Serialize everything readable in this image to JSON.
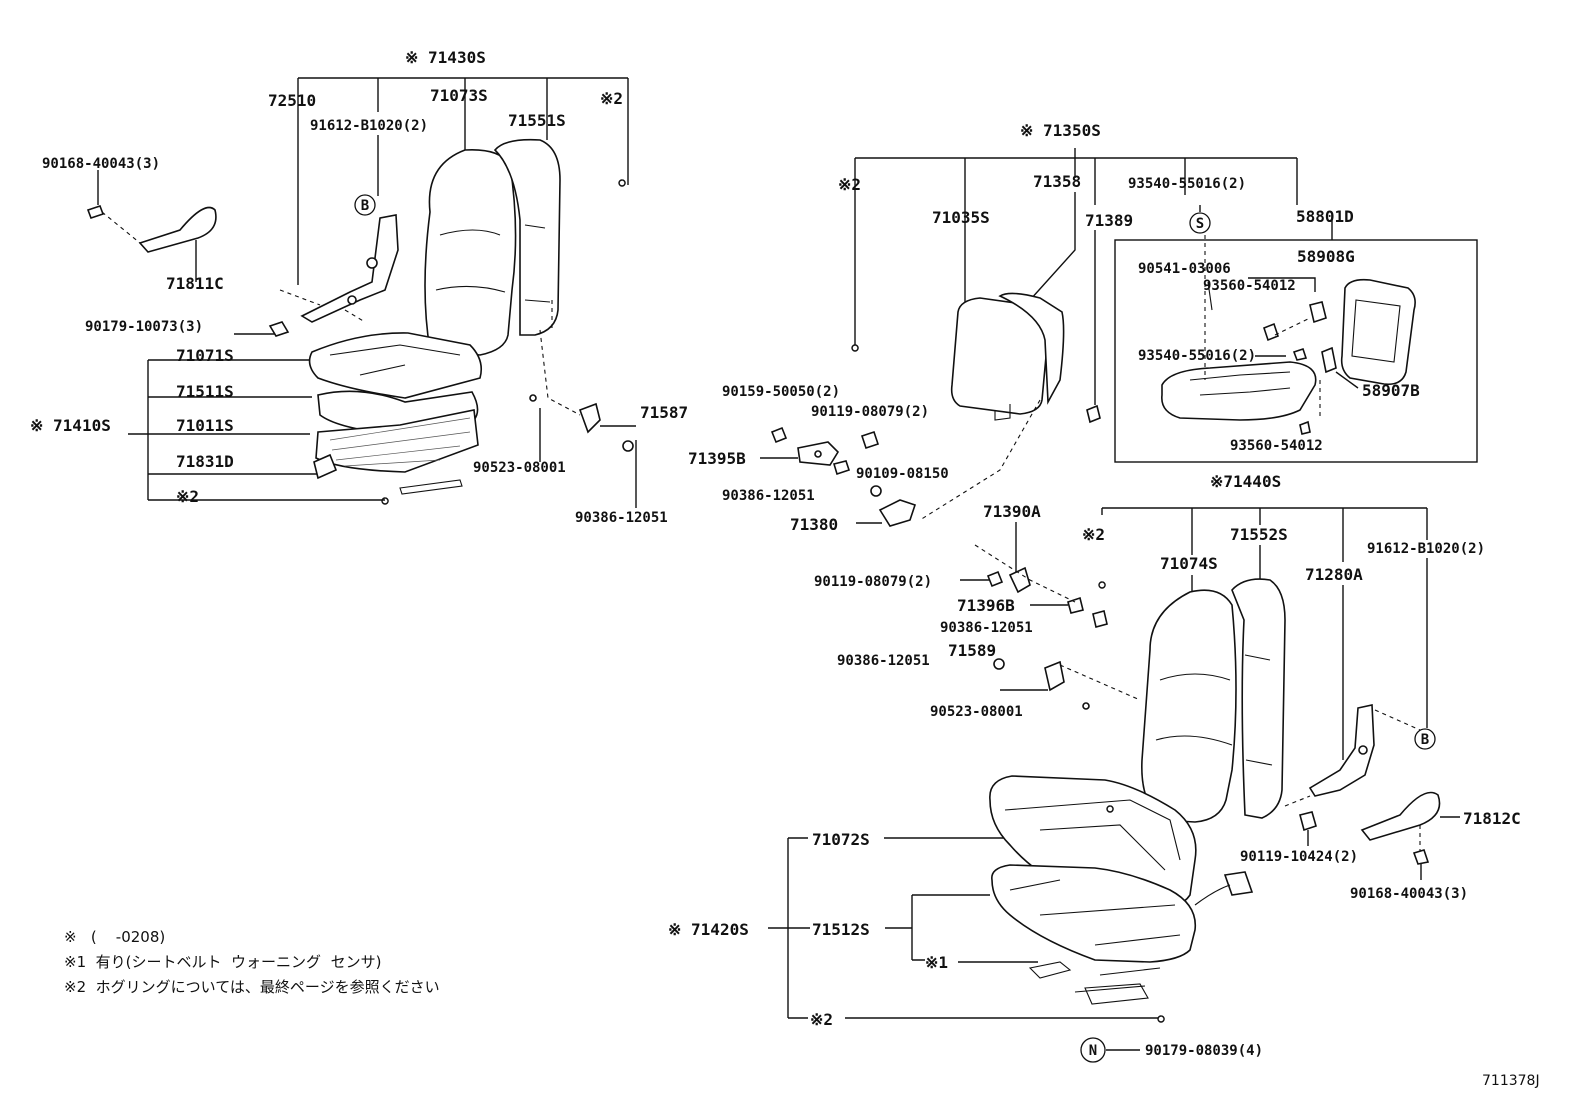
{
  "labels": {
    "a71430s": "※ 71430S",
    "a72510": "72510",
    "a71073s": "71073S",
    "a71551s": "71551S",
    "a91612l": "91612-B1020(2)",
    "a_ref2_tl": "※2",
    "a90168l": "90168-40043(3)",
    "a71811c": "71811C",
    "a90179_10073": "90179-10073(3)",
    "a71071s": "71071S",
    "a71511s": "71511S",
    "a71410s": "※ 71410S",
    "a71011s": "71011S",
    "a71831d": "71831D",
    "a_ref2_bl": "※2",
    "a71587": "71587",
    "a90523_l": "90523-08001",
    "a90386_l": "90386-12051",
    "a71350s": "※ 71350S",
    "a_ref2_m": "※2",
    "a71358": "71358",
    "a71035s": "71035S",
    "a71389": "71389",
    "a93540_top": "93540-55016(2)",
    "a58801d": "58801D",
    "a90541": "90541-03006",
    "a58908g": "58908G",
    "a93560_a": "93560-54012",
    "a93540_b": "93540-55016(2)",
    "a58907b": "58907B",
    "a93560_b": "93560-54012",
    "a90159": "90159-50050(2)",
    "a90119_a": "90119-08079(2)",
    "a71395b": "71395B",
    "a90109": "90109-08150",
    "a90386_m1": "90386-12051",
    "a71380": "71380",
    "a71390a": "71390A",
    "a90119_b": "90119-08079(2)",
    "a71396b": "71396B",
    "a90386_m2": "90386-12051",
    "a90386_m3": "90386-12051",
    "a71589": "71589",
    "a90523_m": "90523-08001",
    "a71440s": "※71440S",
    "a_ref2_r": "※2",
    "a71552s": "71552S",
    "a71074s": "71074S",
    "a91612r": "91612-B1020(2)",
    "a71280a": "71280A",
    "a71812c": "71812C",
    "a90119_10424": "90119-10424(2)",
    "a90168r": "90168-40043(3)",
    "a71072s": "71072S",
    "a71420s": "※ 71420S",
    "a71512s": "71512S",
    "a_ref1": "※1",
    "a_ref2_b": "※2",
    "a90179_08039": "90179-08039(4)"
  },
  "callouts": {
    "b_left": "B",
    "b_right": "B",
    "s_mark": "S",
    "n_mark": "N"
  },
  "notes": [
    "※   (    -0208)",
    "※1  有り(シートベルト  ウォーニング  センサ)",
    "※2  ホグリングについては、最終ページを参照ください"
  ],
  "figure_code": "711378J"
}
